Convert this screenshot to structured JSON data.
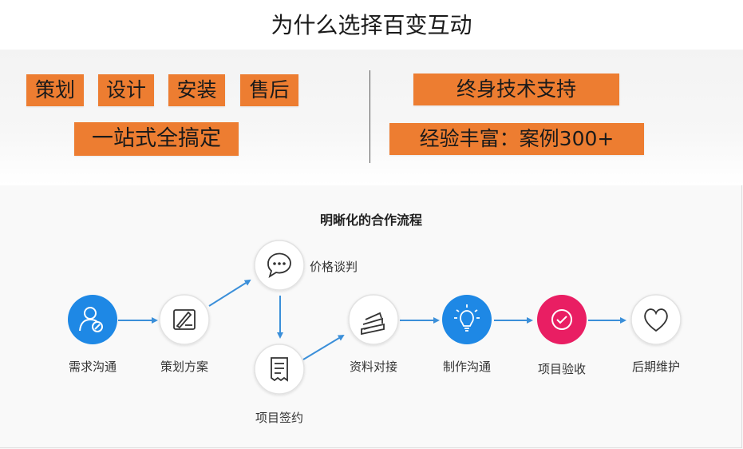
{
  "title": "为什么选择百变互动",
  "features_left": {
    "services": [
      "策划",
      "设计",
      "安装",
      "售后"
    ],
    "one_stop": "一站式全搞定"
  },
  "features_right": {
    "support": "终身技术支持",
    "experience": "经验丰富：案例300+"
  },
  "diagram": {
    "title": "明晰化的合作流程",
    "steps": [
      {
        "label": "需求沟通",
        "icon": "user-edit-icon"
      },
      {
        "label": "策划方案",
        "icon": "pen-board-icon"
      },
      {
        "label": "价格谈判",
        "icon": "chat-bubble-icon"
      },
      {
        "label": "项目签约",
        "icon": "contract-document-icon"
      },
      {
        "label": "资料对接",
        "icon": "books-icon"
      },
      {
        "label": "制作沟通",
        "icon": "lightbulb-icon"
      },
      {
        "label": "项目验收",
        "icon": "check-circle-icon"
      },
      {
        "label": "后期维护",
        "icon": "heart-icon"
      }
    ],
    "colors": {
      "accent_blue": "#1e88e5",
      "accent_pink": "#e91e63",
      "arrow_blue": "#3b8fd9",
      "tag_orange": "#ed7d31"
    }
  }
}
